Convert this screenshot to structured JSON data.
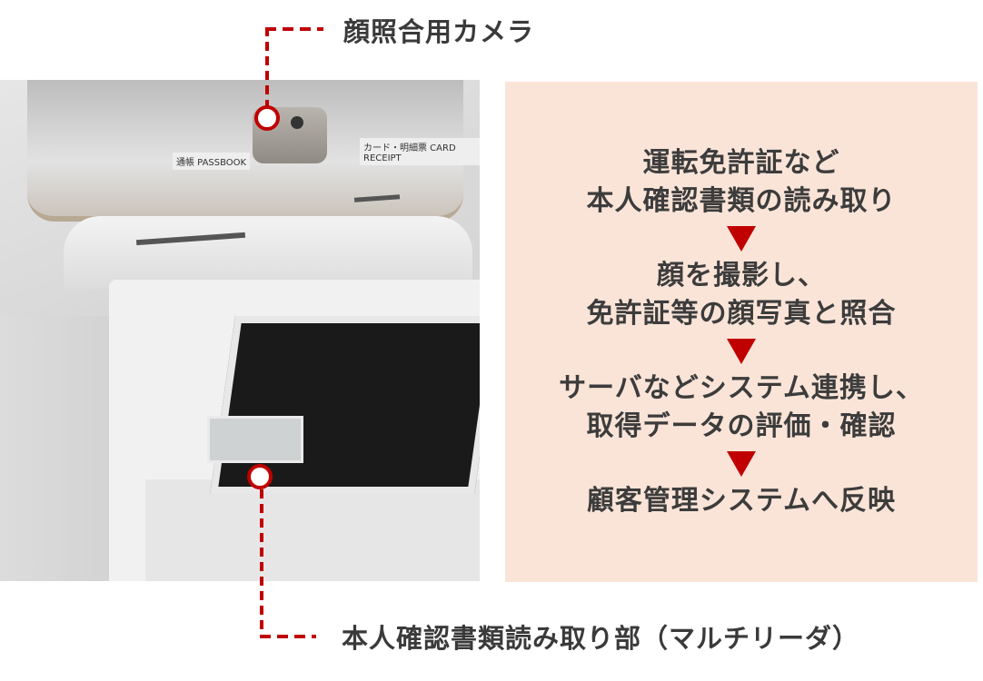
{
  "callouts": {
    "camera_label": "顔照合用カメラ",
    "reader_label": "本人確認書類読み取り部（マルチリーダ）"
  },
  "photo": {
    "alt": "ATM terminal with face camera and multi-reader",
    "passbook_label": "通帳 PASSBOOK",
    "card_label": "カード・明細票 CARD RECEIPT"
  },
  "flow": {
    "steps": [
      {
        "line1": "運転免許証など",
        "line2": "本人確認書類の読み取り"
      },
      {
        "line1": "顔を撮影し、",
        "line2": "免許証等の顔写真と照合"
      },
      {
        "line1": "サーバなどシステム連携し、",
        "line2": "取得データの評価・確認"
      },
      {
        "line1": "顧客管理システムへ反映",
        "line2": ""
      }
    ],
    "arrow_icon": "triangle-down-icon"
  },
  "colors": {
    "accent": "#c00000",
    "panel_bg": "#fae4d8",
    "text": "#3c3c3c"
  }
}
